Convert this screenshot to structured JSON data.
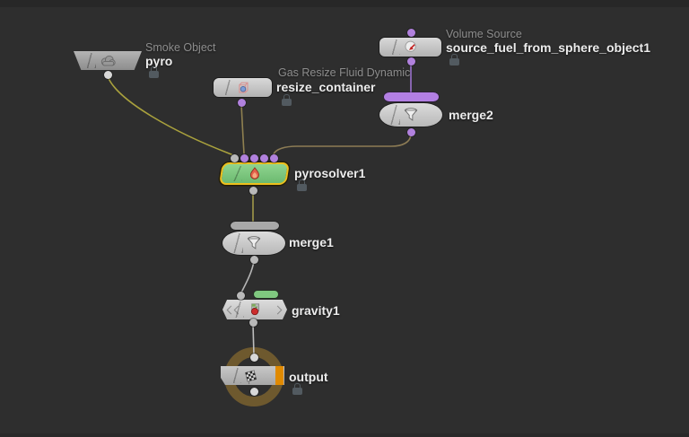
{
  "editor": {
    "app_context": "node network editor",
    "background_color": "#2e2e2e"
  },
  "colors": {
    "selection_outline_yellow": "#eec01c",
    "selected_node_green": "#7dc87d",
    "connector_purple": "#b181dd",
    "connector_gray": "#b9b9b9",
    "multi_input_bar_purple": "#b27fe3",
    "multi_input_bar_gray": "#a9a9a9",
    "render_flag_orange": "#e08a00",
    "output_ring_brown": "#6e592e",
    "bypass_badge_green": "#7fc87f",
    "wire_yellow_olive": "#a9a13d",
    "wire_tan": "#8d7c55",
    "wire_purple": "#9c73cf",
    "wire_gray": "#b5b5b5"
  },
  "nodes": [
    {
      "name": "pyro",
      "type_label": "Smoke Object",
      "icon": "smoke-cloud",
      "locked": true
    },
    {
      "name": "resize_container",
      "type_label": "Gas Resize Fluid Dynamic",
      "icon": "gas-resize-cube",
      "locked": true
    },
    {
      "name": "source_fuel_from_sphere_object1",
      "type_label": "Volume Source",
      "icon": "volume-source-sphere",
      "locked": true
    },
    {
      "name": "merge2",
      "icon": "merge-funnel"
    },
    {
      "name": "pyrosolver1",
      "icon": "pyro-flame",
      "locked": true,
      "selected": true
    },
    {
      "name": "merge1",
      "icon": "merge-funnel"
    },
    {
      "name": "gravity1",
      "icon": "gravity-apple"
    },
    {
      "name": "output",
      "icon": "checkered-flag",
      "locked": true,
      "render_flag": true
    }
  ],
  "connections": [
    {
      "from": "pyro",
      "to": "pyrosolver1",
      "to_input": 1
    },
    {
      "from": "resize_container",
      "to": "pyrosolver1",
      "to_input": 2
    },
    {
      "from": "source_fuel_from_sphere_object1",
      "to": "merge2",
      "to_input": 1
    },
    {
      "from": "merge2",
      "to": "pyrosolver1",
      "to_input": 5
    },
    {
      "from": "pyrosolver1",
      "to": "merge1",
      "to_input": 1
    },
    {
      "from": "merge1",
      "to": "gravity1",
      "to_input": 1
    },
    {
      "from": "gravity1",
      "to": "output",
      "to_input": 1
    }
  ]
}
